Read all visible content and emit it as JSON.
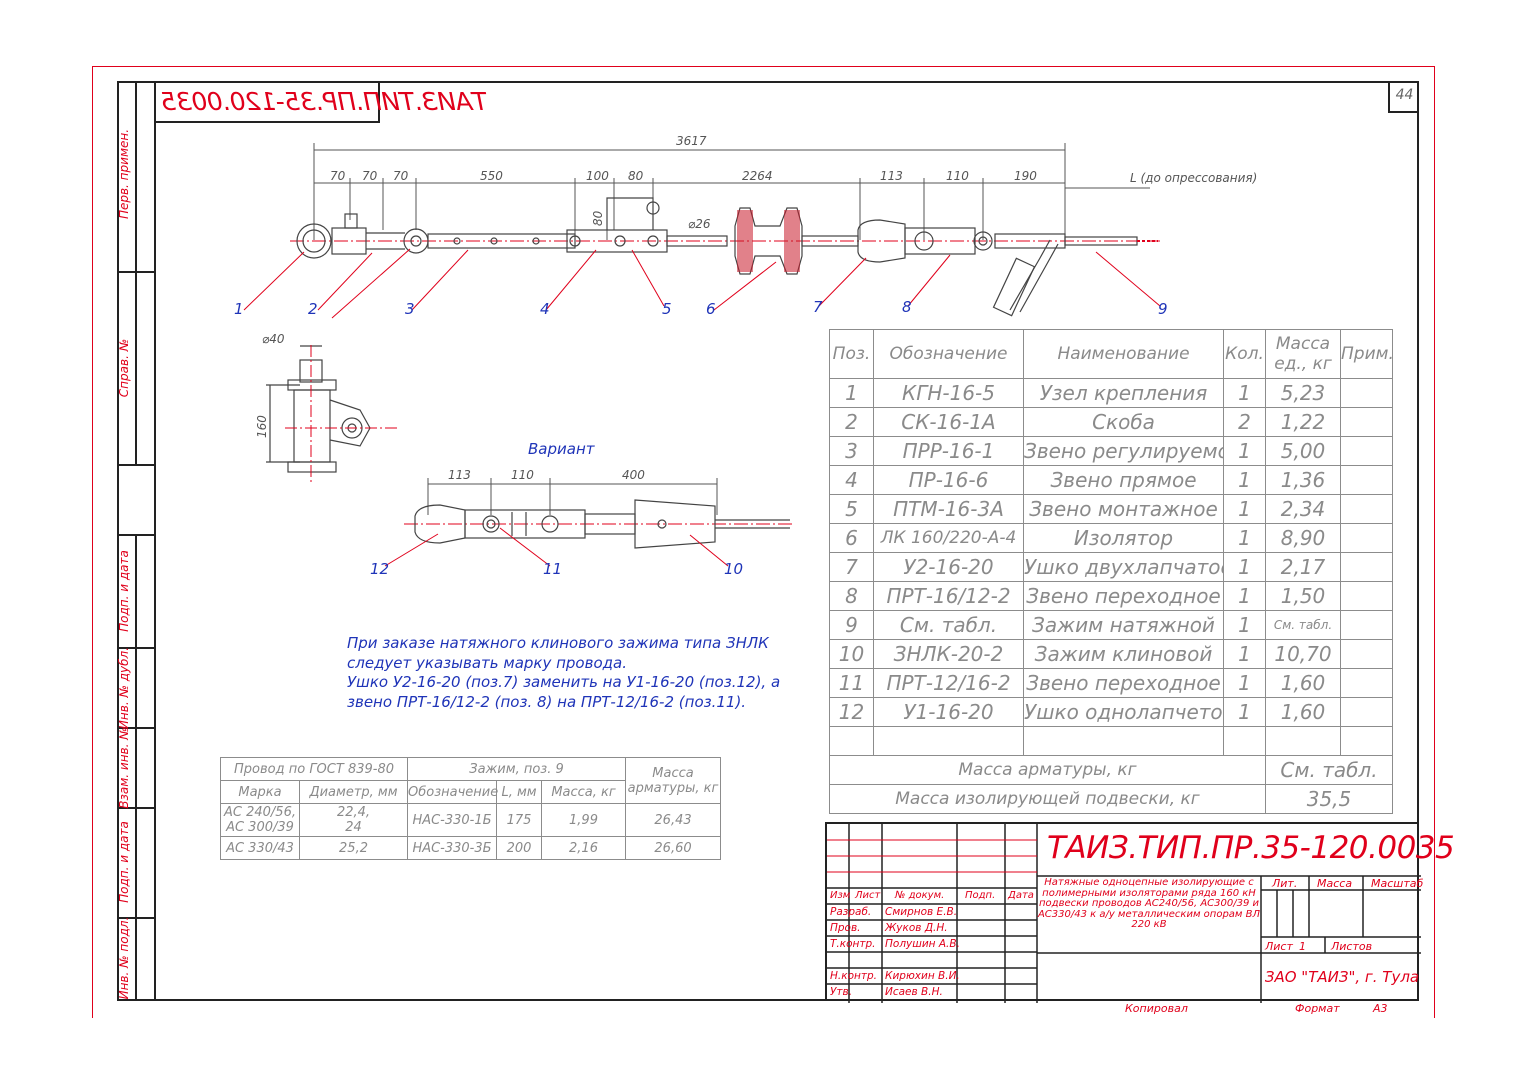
{
  "frame": {
    "stamp": "ТАИЗ.ТИП.ПР.35-120.0035",
    "sheet_number": "44",
    "side_labels": [
      "Перв. примен.",
      "Справ. №",
      "Подп. и дата",
      "Инв. № дубл.",
      "Взам. инв. №",
      "Подп. и дата",
      "Инв. № подл."
    ]
  },
  "drawing": {
    "dimensions_top": {
      "total": "3617",
      "d1": "70",
      "d2": "70",
      "d3": "70",
      "d4": "550",
      "d5": "100",
      "d6": "80",
      "d7": "2264",
      "d8": "113",
      "d9": "110",
      "d10": "190",
      "d_height": "80",
      "diam": "⌀26",
      "length_note": "L (до опрессования)"
    },
    "callouts": [
      "1",
      "2",
      "3",
      "4",
      "5",
      "6",
      "7",
      "8",
      "9"
    ],
    "detail_dims": {
      "diam": "⌀40",
      "height": "160"
    },
    "variant": {
      "title": "Вариант",
      "d1": "113",
      "d2": "110",
      "d3": "400",
      "callouts": [
        "12",
        "11",
        "10"
      ]
    },
    "note": [
      "При заказе натяжного клинового зажима типа ЗНЛК",
      "следует указывать марку провода.",
      "Ушко У2-16-20 (поз.7) заменить на У1-16-20 (поз.12), а",
      "звено ПРТ-16/12-2 (поз. 8) на ПРТ-12/16-2 (поз.11)."
    ]
  },
  "spec_table": {
    "headers": {
      "pos": "Поз.",
      "designation": "Обозначение",
      "name": "Наименование",
      "qty": "Кол.",
      "mass_1": "Масса",
      "mass_2": "ед., кг",
      "note": "Прим."
    },
    "rows": [
      {
        "pos": "1",
        "designation": "КГН-16-5",
        "name": "Узел крепления",
        "qty": "1",
        "mass": "5,23"
      },
      {
        "pos": "2",
        "designation": "СК-16-1А",
        "name": "Скоба",
        "qty": "2",
        "mass": "1,22"
      },
      {
        "pos": "3",
        "designation": "ПРР-16-1",
        "name": "Звено регулируемое",
        "qty": "1",
        "mass": "5,00"
      },
      {
        "pos": "4",
        "designation": "ПР-16-6",
        "name": "Звено прямое",
        "qty": "1",
        "mass": "1,36"
      },
      {
        "pos": "5",
        "designation": "ПТМ-16-3А",
        "name": "Звено монтажное",
        "qty": "1",
        "mass": "2,34"
      },
      {
        "pos": "6",
        "designation": "ЛК 160/220-А-4",
        "name": "Изолятор",
        "qty": "1",
        "mass": "8,90"
      },
      {
        "pos": "7",
        "designation": "У2-16-20",
        "name": "Ушко двухлапчатое",
        "qty": "1",
        "mass": "2,17"
      },
      {
        "pos": "8",
        "designation": "ПРТ-16/12-2",
        "name": "Звено переходное",
        "qty": "1",
        "mass": "1,50"
      },
      {
        "pos": "9",
        "designation": "См. табл.",
        "name": "Зажим натяжной",
        "qty": "1",
        "mass": "См. табл."
      },
      {
        "pos": "10",
        "designation": "ЗНЛК-20-2",
        "name": "Зажим клиновой",
        "qty": "1",
        "mass": "10,70"
      },
      {
        "pos": "11",
        "designation": "ПРТ-12/16-2",
        "name": "Звено переходное",
        "qty": "1",
        "mass": "1,60"
      },
      {
        "pos": "12",
        "designation": "У1-16-20",
        "name": "Ушко однолапчетое",
        "qty": "1",
        "mass": "1,60"
      }
    ],
    "totals": [
      {
        "label": "Масса арматуры, кг",
        "value": "См. табл."
      },
      {
        "label": "Масса изолирующей подвески, кг",
        "value": "35,5"
      }
    ]
  },
  "wire_table": {
    "h_wire": "Провод по ГОСТ 839-80",
    "h_clamp": "Зажим, поз. 9",
    "h_mass_1": "Масса",
    "h_mass_2": "арматуры, кг",
    "h_mark": "Марка",
    "h_diam": "Диаметр, мм",
    "h_desig": "Обозначение",
    "h_len": "L, мм",
    "h_cmass": "Масса, кг",
    "rows": [
      {
        "mark_1": "АС 240/56,",
        "mark_2": "АС 300/39",
        "diam_1": "22,4,",
        "diam_2": "24",
        "desig": "НАС-330-1Б",
        "len": "175",
        "cmass": "1,99",
        "total": "26,43"
      },
      {
        "mark_1": "АС 330/43",
        "mark_2": "",
        "diam_1": "25,2",
        "diam_2": "",
        "desig": "НАС-330-3Б",
        "len": "200",
        "cmass": "2,16",
        "total": "26,60"
      }
    ]
  },
  "title_block": {
    "doc_code": "ТАИЗ.ТИП.ПР.35-120.0035",
    "description": "Натяжные одноцепные изолирующие с полимерными изоляторами ряда 160 кН подвески проводов АС240/56, АС300/39 и АС330/43 к а/у металлическим опорам ВЛ 220 кВ",
    "cols": {
      "izm": "Изм",
      "list": "Лист",
      "doc": "№ докум.",
      "sign": "Подп.",
      "date": "Дата"
    },
    "roles": [
      {
        "role": "Разраб.",
        "name": "Смирнов Е.В."
      },
      {
        "role": "Пров.",
        "name": "Жуков Д.Н."
      },
      {
        "role": "Т.контр.",
        "name": "Полушин А.В."
      },
      {
        "role": "",
        "name": ""
      },
      {
        "role": "Н.контр.",
        "name": "Кирюхин В.И."
      },
      {
        "role": "Утв.",
        "name": "Исаев В.Н."
      }
    ],
    "lit": "Лит.",
    "mass": "Масса",
    "scale": "Масштаб",
    "sheet": "Лист",
    "sheet_no": "1",
    "sheets": "Листов",
    "company": "ЗАО \"ТАИЗ\", г. Тула",
    "copied": "Копировал",
    "format_label": "Формат",
    "format": "А3"
  }
}
